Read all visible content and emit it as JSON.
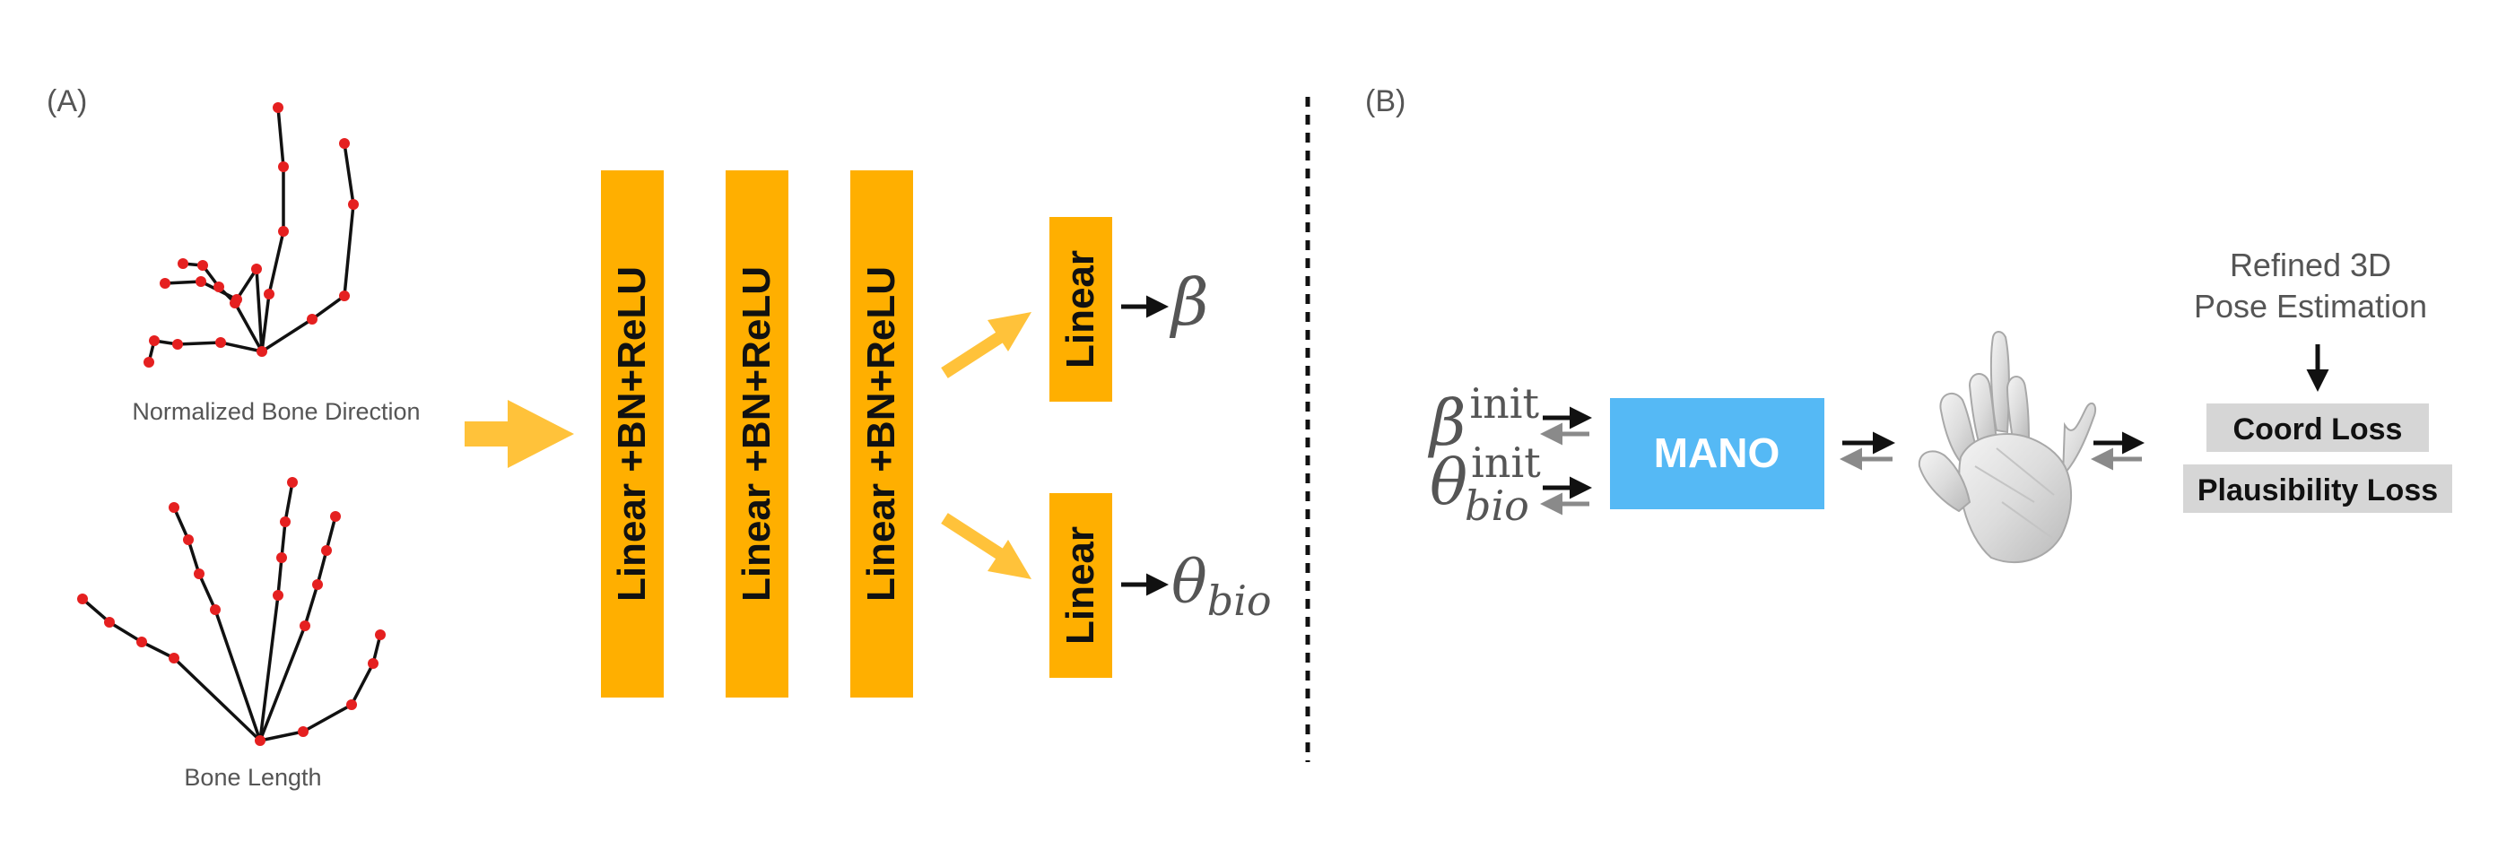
{
  "colors": {
    "orange": "#ffaf00",
    "arrow_orange": "#ffc23a",
    "mano_blue": "#55b9f5",
    "loss_gray": "#d6d6d6",
    "joint_red": "#e52020",
    "bone_black": "#111111",
    "text_gray": "#555555",
    "feedback_gray": "#8a8a8a"
  },
  "panel_a": {
    "label": "(A)",
    "direction_caption": "Normalized Bone Direction",
    "length_caption": "Bone Length",
    "layers": [
      "Linear +BN+ReLU",
      "Linear +BN+ReLU",
      "Linear +BN+ReLU"
    ],
    "heads": [
      {
        "label": "Linear",
        "output_symbol": "β",
        "output_sub": ""
      },
      {
        "label": "Linear",
        "output_symbol": "θ",
        "output_sub": "bio"
      }
    ]
  },
  "panel_b": {
    "label": "(B)",
    "beta_init": {
      "symbol": "β",
      "sup": "init"
    },
    "theta_init": {
      "symbol": "θ",
      "sup": "init",
      "sub": "bio"
    },
    "mano_label": "MANO",
    "refined_line1": "Refined 3D",
    "refined_line2": "Pose Estimation",
    "losses": [
      "Coord Loss",
      "Plausibility Loss"
    ],
    "hand_icon": "hand-mesh-icon"
  }
}
